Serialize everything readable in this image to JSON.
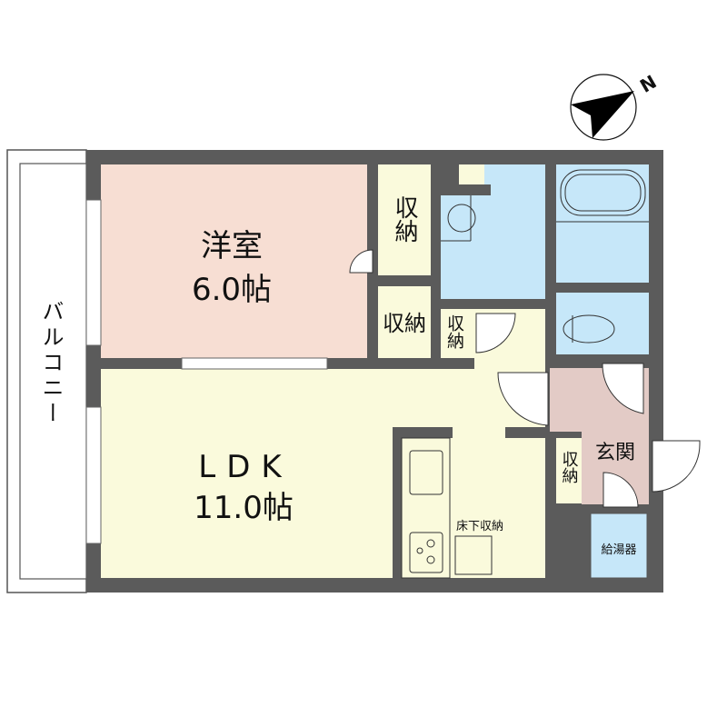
{
  "rooms": {
    "western_room": {
      "name": "洋室",
      "size": "6.0帖"
    },
    "ldk": {
      "name": "LDK",
      "size": "11.0帖"
    },
    "storage_top": "収納",
    "storage_mid": "収納",
    "storage_small": "収納",
    "storage_entrance": "収納",
    "entrance": "玄関",
    "balcony": "バルコニー",
    "underfloor_storage": "床下収納",
    "water_heater": "給湯器"
  },
  "compass": {
    "label": "N"
  },
  "colors": {
    "wall": "#5b5b5b",
    "western_room": "#f7ded3",
    "ldk": "#fafadc",
    "wet_area": "#c6e7f9",
    "entrance": "#e3cbc6"
  }
}
